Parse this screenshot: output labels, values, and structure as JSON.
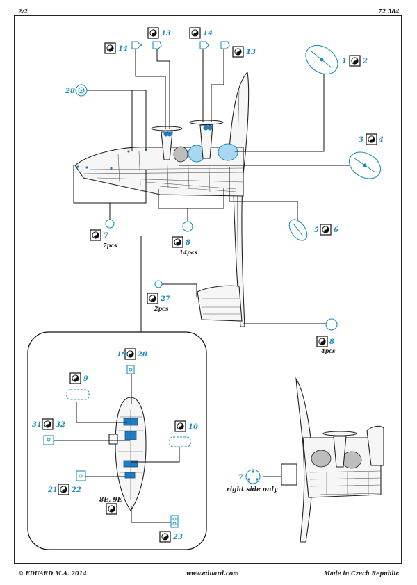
{
  "header": {
    "page": "2/2",
    "catalog": "72 584"
  },
  "footer": {
    "copyright": "© EDUARD  M.A. 2014",
    "website": "www.eduard.com",
    "origin": "Made in Czech Republic"
  },
  "callouts": {
    "p13a": "13",
    "p13b": "13",
    "p14a": "14",
    "p14b": "14",
    "p1": "1",
    "p2": "2",
    "p3": "3",
    "p4": "4",
    "p5": "5",
    "p6": "6",
    "p28": "28",
    "p7": "7",
    "p8a": "8",
    "p8b": "8",
    "p27": "27",
    "p19": "19",
    "p20": "20",
    "p9": "9",
    "p31": "31",
    "p32": "32",
    "p10": "10",
    "p21": "21",
    "p22": "22",
    "p23": "23",
    "p7b": "7"
  },
  "quantities": {
    "q7": "7pcs",
    "q8a": "14pcs",
    "q27": "2pcs",
    "q8b": "4pcs"
  },
  "notes": {
    "variant": "8E, 9E",
    "right_side": "right side only"
  },
  "colors": {
    "callout": "#1a8fbf",
    "part_fill": "#1f7cc4",
    "line": "#111111"
  }
}
